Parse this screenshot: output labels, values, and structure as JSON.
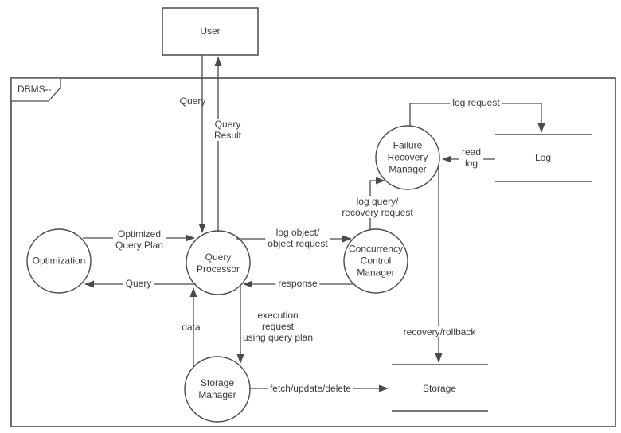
{
  "colors": {
    "background": "#ffffff",
    "stroke": "#4a4a4a",
    "text": "#3a3a3a"
  },
  "frame": {
    "label": "DBMS--"
  },
  "entities": {
    "user": "User"
  },
  "processes": {
    "optimization": "Optimization",
    "query_processor": "Query\nProcessor",
    "concurrency_control_manager": "Concurrency\nControl\nManager",
    "failure_recovery_manager": "Failure\nRecovery\nManager",
    "storage_manager": "Storage\nManager"
  },
  "data_stores": {
    "log": "Log",
    "storage": "Storage"
  },
  "flows": {
    "query_to_dbms": "Query",
    "query_result": "Query\nResult",
    "optimized_query_plan": "Optimized\nQuery Plan",
    "query_to_optimization": "Query",
    "log_object_request": "log object/\nobject request",
    "response": "response",
    "log_query_recovery_request": "log query/\nrecovery request",
    "log_request": "log request",
    "read_log": "read\nlog",
    "recovery_rollback": "recovery/rollback",
    "fetch_update_delete": "fetch/update/delete",
    "data": "data",
    "execution_request": "execution\nrequest\nusing query plan"
  }
}
